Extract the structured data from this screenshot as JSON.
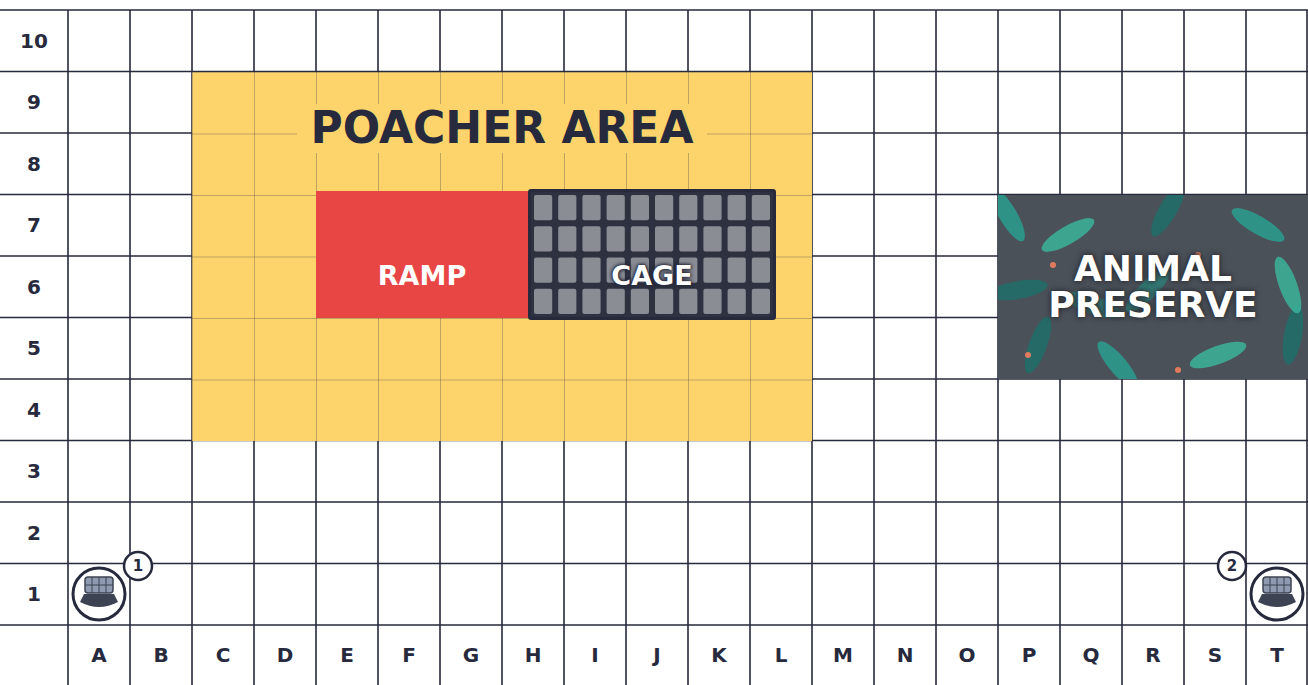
{
  "diagram": {
    "nodes": [
      {
        "text": [
          "POACHER AREA"
        ]
      },
      {
        "text": [
          "RAMP"
        ],
        "in": 0
      },
      {
        "text": [
          "CAGE"
        ],
        "in": 0
      },
      {
        "text": [
          "ANIMAL PRESERVE"
        ]
      }
    ],
    "labels": [
      "10",
      "9",
      "8",
      "7",
      "6",
      "5",
      "4",
      "3",
      "2",
      "1",
      "A",
      "B",
      "C",
      "D",
      "E",
      "F",
      "G",
      "H",
      "I",
      "J",
      "K",
      "L",
      "M",
      "N",
      "O",
      "P",
      "Q",
      "R",
      "S",
      "T",
      "1",
      "2"
    ]
  }
}
